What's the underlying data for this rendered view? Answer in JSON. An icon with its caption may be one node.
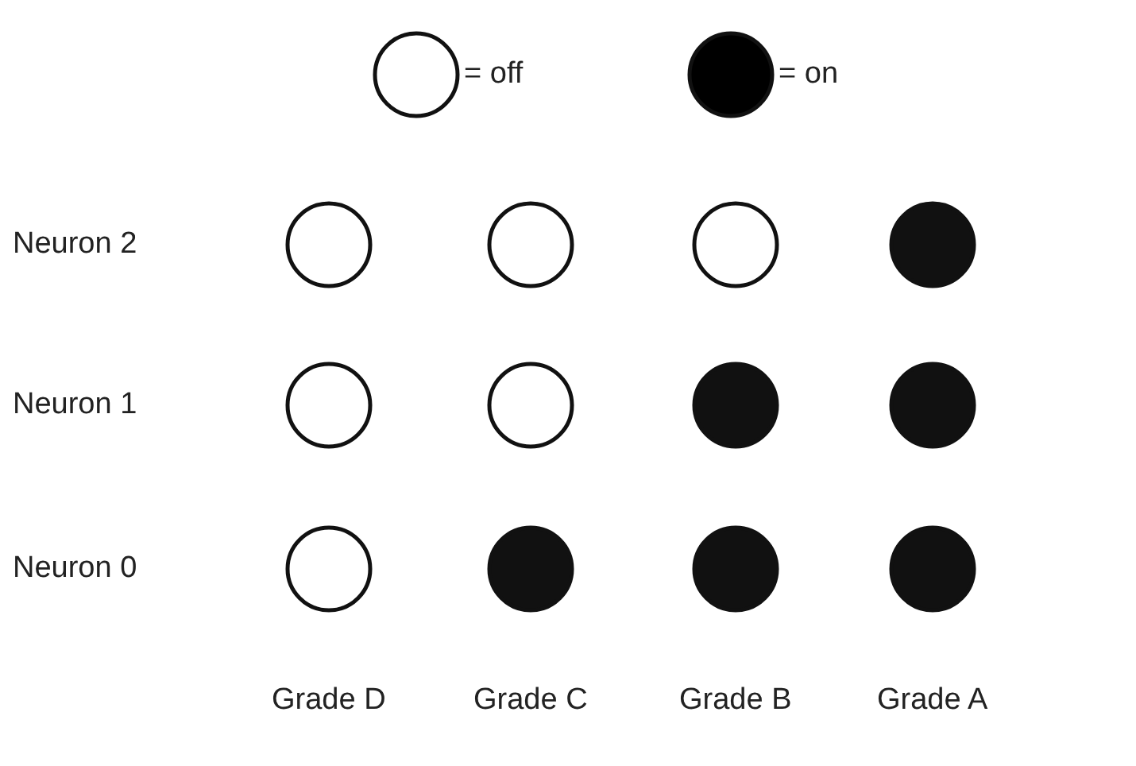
{
  "diagram": {
    "nodes": [
      {
        "text": [],
        "shape": "circle"
      },
      {
        "text": [],
        "shape": "circle"
      },
      {
        "text": [],
        "shape": "circle"
      },
      {
        "text": [],
        "shape": "disc"
      },
      {
        "text": [],
        "shape": "circle"
      },
      {
        "text": [],
        "shape": "circle"
      },
      {
        "text": [],
        "shape": "disc"
      },
      {
        "text": [],
        "shape": "disc"
      },
      {
        "text": [],
        "shape": "circle"
      },
      {
        "text": [],
        "shape": "disc"
      },
      {
        "text": [],
        "shape": "disc"
      },
      {
        "text": [],
        "shape": "disc"
      }
    ],
    "labels": [
      "Neuron 2",
      "Neuron 1",
      "Neuron 0",
      "Grade D",
      "Grade C",
      "Grade B",
      "Grade A"
    ],
    "legend": [
      {
        "text": "= off"
      },
      {
        "text": "= on",
        "color": "#000000"
      }
    ]
  }
}
